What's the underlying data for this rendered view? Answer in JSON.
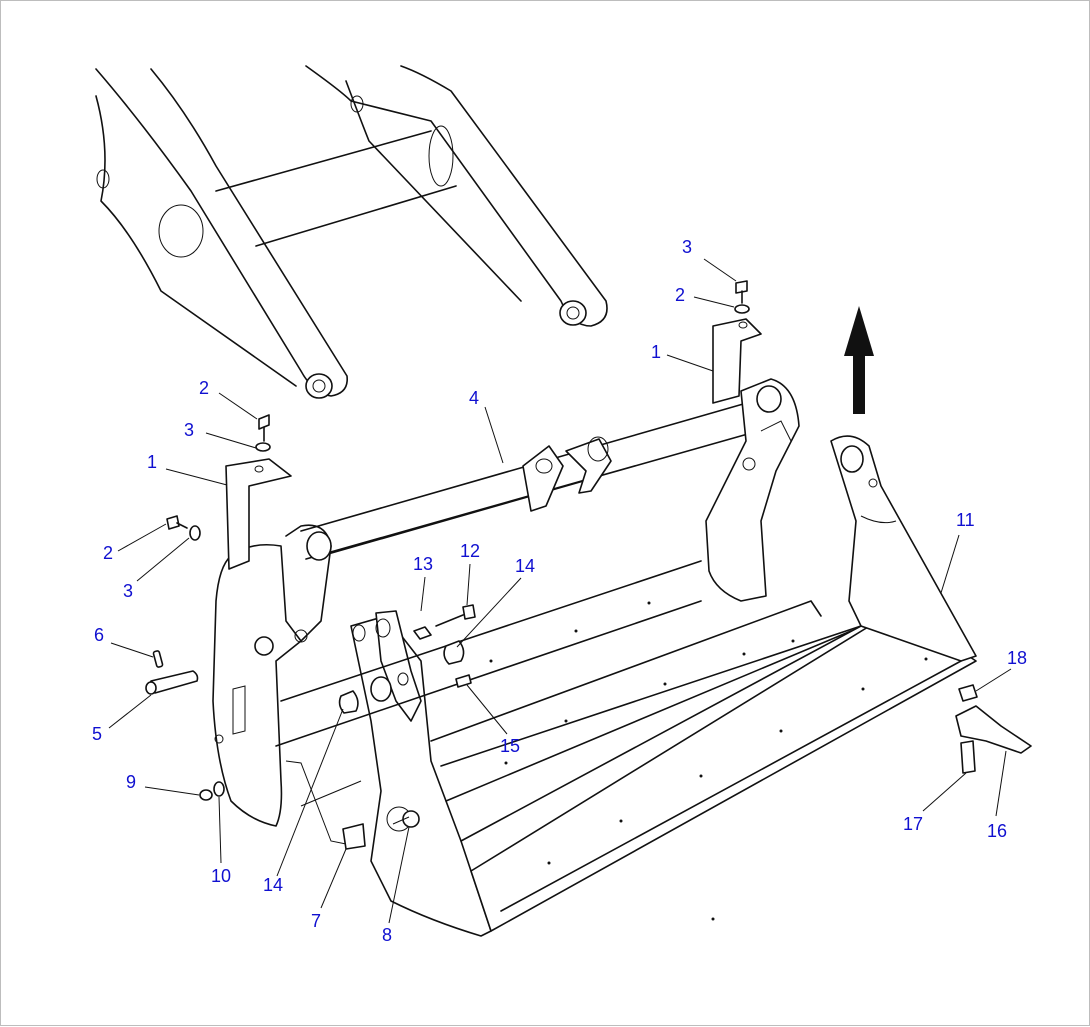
{
  "diagram": {
    "callouts": [
      "1",
      "1",
      "2",
      "2",
      "2",
      "3",
      "3",
      "3",
      "4",
      "5",
      "6",
      "7",
      "8",
      "9",
      "10",
      "11",
      "12",
      "13",
      "14",
      "14",
      "15",
      "16",
      "17",
      "18"
    ],
    "colors": {
      "callout": "#1010d0",
      "line": "#111111",
      "background": "#ffffff"
    },
    "arrow_icon": "up-arrow-icon"
  }
}
